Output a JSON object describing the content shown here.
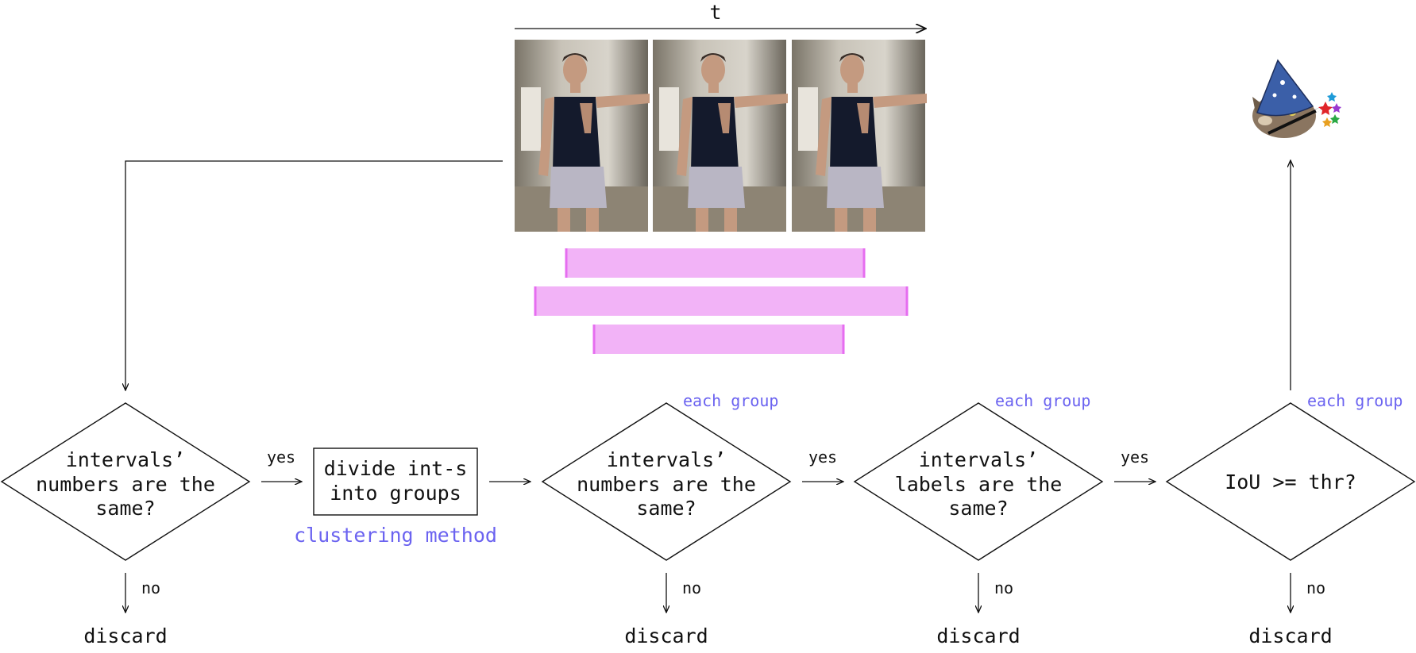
{
  "timeline": {
    "label": "t"
  },
  "decisions": [
    {
      "lines": [
        "intervals’",
        "numbers are the",
        "same?"
      ],
      "tag": ""
    },
    {
      "lines": [
        "intervals’",
        "numbers are the",
        "same?"
      ],
      "tag": "each group"
    },
    {
      "lines": [
        "intervals’",
        "labels are the",
        "same?"
      ],
      "tag": "each group"
    },
    {
      "lines": [
        "IoU >= thr?"
      ],
      "tag": "each group"
    }
  ],
  "process": {
    "lines": [
      "divide int-s",
      "into groups"
    ],
    "caption": "clustering method"
  },
  "edges": {
    "yes": "yes",
    "no": "no"
  },
  "outcomes": {
    "discard": "discard"
  },
  "colors": {
    "accent": "#6b63f0",
    "interval_fill": "#f2b3f7",
    "interval_edge": "#e66df0",
    "line": "#111111"
  },
  "icons": {
    "result": "wizard-cat-icon",
    "frames": "video-frame"
  }
}
